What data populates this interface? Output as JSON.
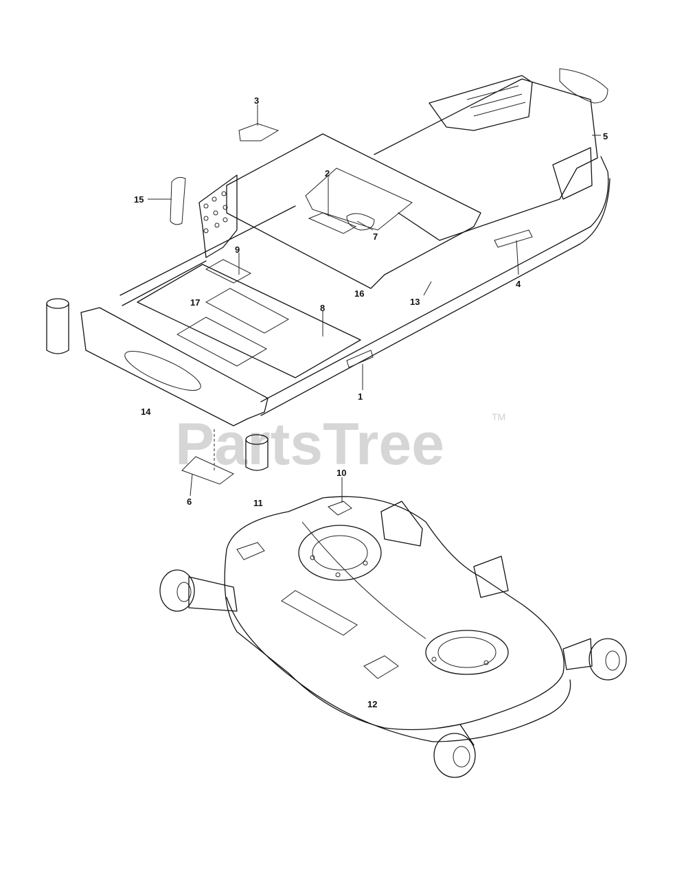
{
  "watermark": {
    "text": "PartsTree",
    "tm": "TM"
  },
  "callouts": [
    "1",
    "2",
    "3",
    "4",
    "5",
    "6",
    "7",
    "8",
    "9",
    "10",
    "11",
    "12",
    "13",
    "14",
    "15",
    "16",
    "17"
  ],
  "colors": {
    "line": "#111111",
    "watermark": "#d6d6d6",
    "background": "#ffffff"
  }
}
